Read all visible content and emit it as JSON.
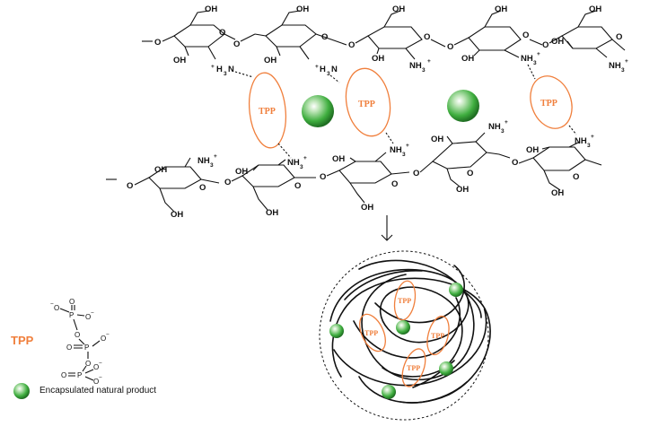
{
  "labels": {
    "oh": "OH",
    "o": "O",
    "nh3": "NH",
    "nh3_sub": "3",
    "plus": "+",
    "h3n": "H",
    "h3n_tail": "N",
    "tpp": "TPP"
  },
  "legend": {
    "tpp_title": "TPP",
    "np_label": "Encapsulated natural product",
    "phosphate": {
      "o_minus": "O",
      "p": "P",
      "minus": "−"
    }
  },
  "colors": {
    "tpp_orange": "#f07f3c",
    "sphere_green": "#3fae3f",
    "bond_black": "#111111"
  }
}
